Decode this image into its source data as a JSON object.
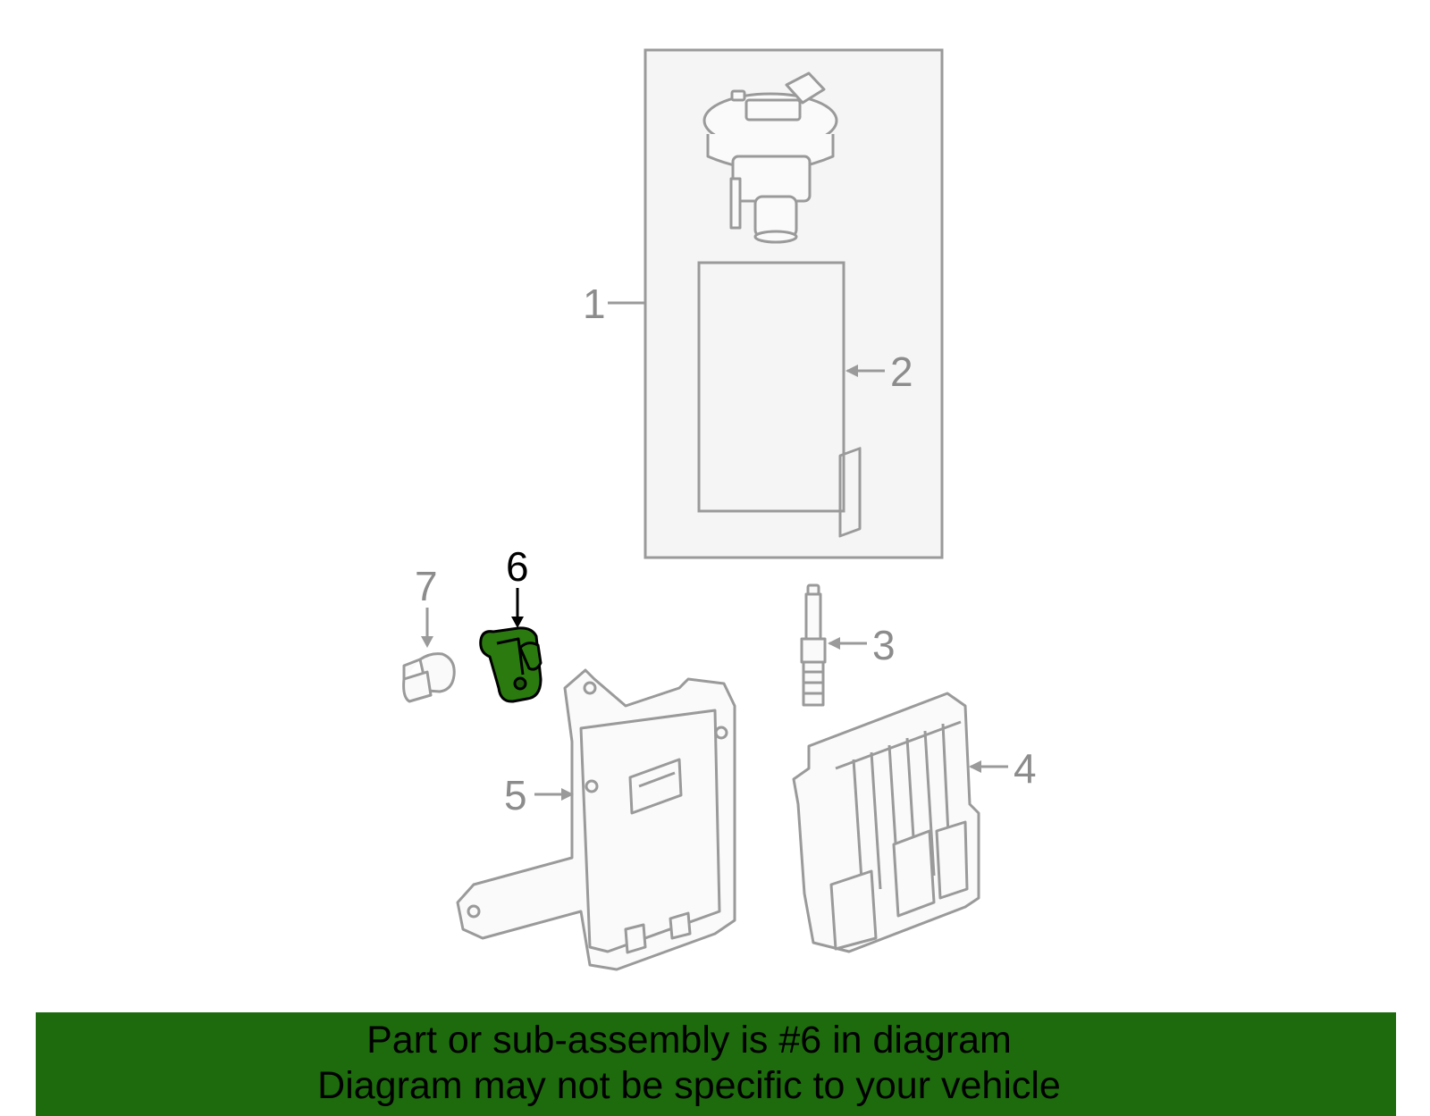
{
  "callouts": [
    {
      "num": "1"
    },
    {
      "num": "2"
    },
    {
      "num": "3"
    },
    {
      "num": "4"
    },
    {
      "num": "5"
    },
    {
      "num": "6"
    },
    {
      "num": "7"
    }
  ],
  "highlighted_part": "6",
  "colors": {
    "line_gray": "#9a9a9a",
    "label_gray": "#8c8c8c",
    "highlight_green": "#2a7a10",
    "banner_green": "#1e6b0e"
  },
  "banner": {
    "line1": "Part or sub-assembly is #6 in diagram",
    "line2": "Diagram may not be specific to your vehicle"
  }
}
